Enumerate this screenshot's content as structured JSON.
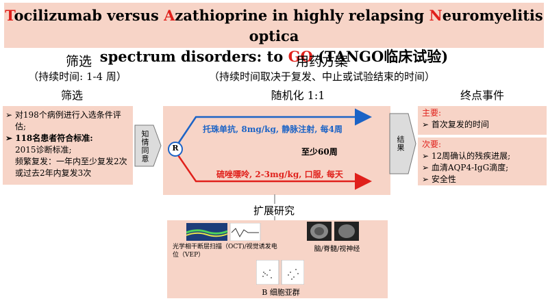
{
  "title": {
    "line1": [
      {
        "t": "T",
        "red": true
      },
      {
        "t": "ocilizumab versus ",
        "red": false
      },
      {
        "t": "A",
        "red": true
      },
      {
        "t": "zathioprine in highly relapsing ",
        "red": false
      },
      {
        "t": "N",
        "red": true
      },
      {
        "t": "euromyelitis optica",
        "red": false
      }
    ],
    "line2": [
      {
        "t": "spectrum disorders: to ",
        "red": false
      },
      {
        "t": "GO",
        "red": true
      },
      {
        "t": " (TANGO临床试验)",
        "red": false
      }
    ]
  },
  "screening": {
    "header": "筛选",
    "duration": "（持续时间: 1-4 周）",
    "sublabel": "筛选",
    "items": [
      "对198个病例进行入选条件评估;",
      "118名患者符合标准:",
      "2015诊断标准;",
      "频繁复发：一年内至少复发2次或过去2年内复发3次"
    ]
  },
  "treatment": {
    "header": "用药方案",
    "duration": "（持续时间取决于复发、中止或试验结束的时间）",
    "randomization": "随机化 1:1",
    "r_label": "R",
    "arm1": "托珠单抗, 8mg/kg, 静脉注射, 每4周",
    "arm2": "硫唑嘌呤, 2-3mg/kg, 口服, 每天",
    "min_duration": "至少60周"
  },
  "chevrons": {
    "consent": "知情同意",
    "result": "结果"
  },
  "endpoints": {
    "header": "终点事件",
    "primary_label": "主要:",
    "primary_items": [
      "首次复发的时间"
    ],
    "secondary_label": "次要:",
    "secondary_items": [
      "12周确认的残疾进展;",
      "血清AQP4-IgG滴度;",
      "安全性"
    ]
  },
  "extension": {
    "header": "扩展研究",
    "oct_label": "光学相干断层扫描（OCT)/视觉诱发电位（VEP）",
    "mri_label": "脑/脊髓/视神经",
    "bcell_label": "B 细胞亚群"
  },
  "colors": {
    "panel": "#f7d4c7",
    "red": "#e0201b",
    "blue": "#1b63c6",
    "arrow_red": "#e0201b",
    "arrow_blue": "#1b63c6"
  }
}
